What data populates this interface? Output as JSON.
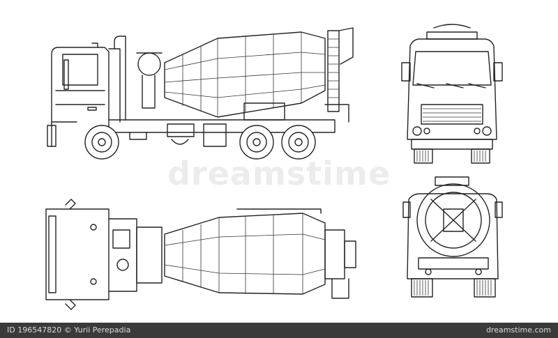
{
  "watermark": {
    "text": "dreamstime"
  },
  "footer": {
    "id_text": "ID 196547820 © Yurii Perepadia",
    "site": "dreamstime.com"
  },
  "views": [
    {
      "id": "side-view"
    },
    {
      "id": "front-view"
    },
    {
      "id": "top-view"
    },
    {
      "id": "rear-view"
    }
  ]
}
